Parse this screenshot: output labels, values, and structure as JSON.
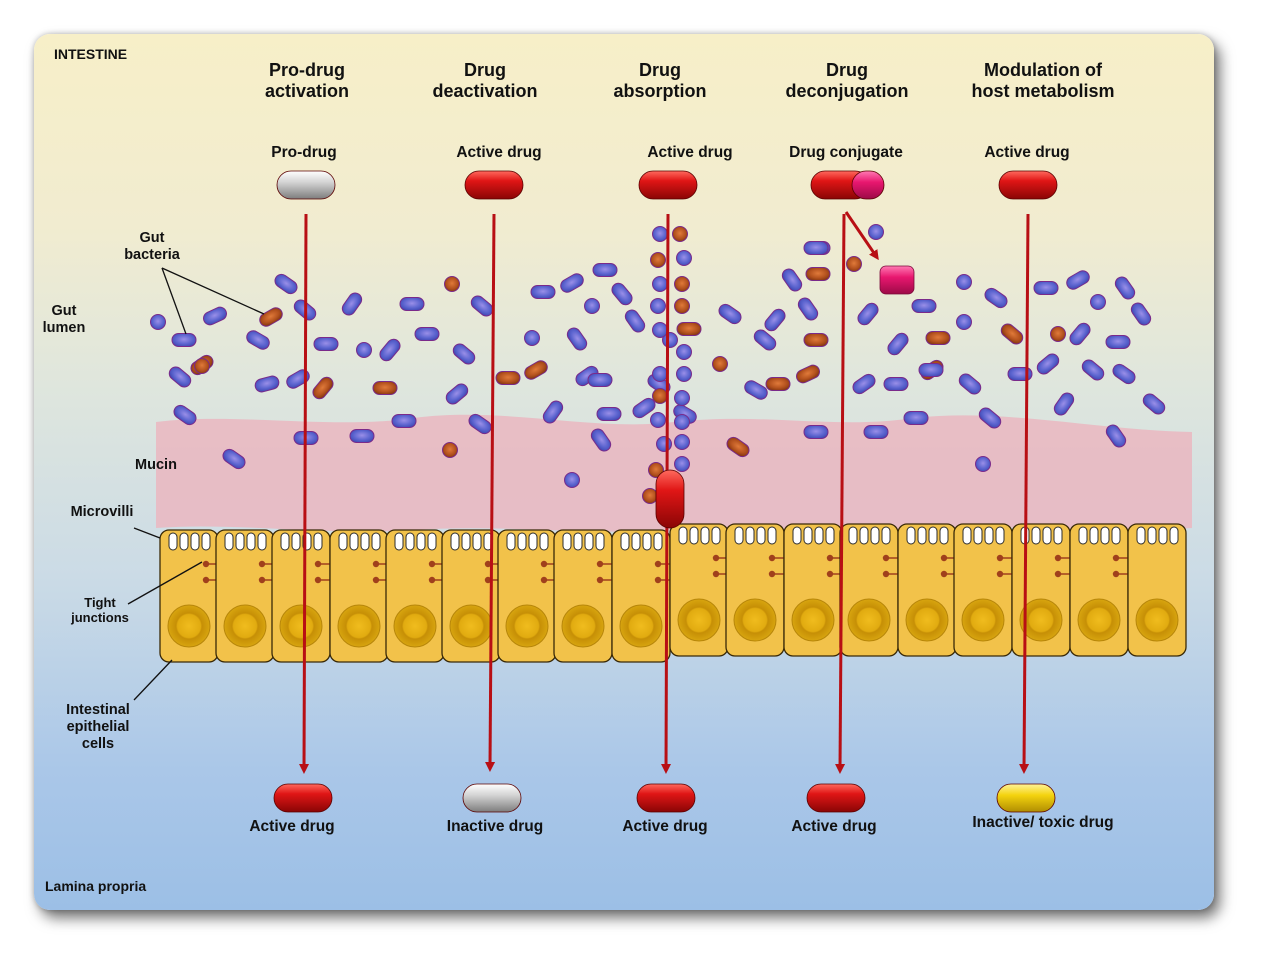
{
  "corner_labels": {
    "top_left": "INTESTINE",
    "bottom_left": "Lamina propria"
  },
  "side_labels": {
    "gut_bacteria": "Gut\nbacteria",
    "gut_lumen": "Gut\nlumen",
    "mucin": "Mucin",
    "microvilli": "Microvilli",
    "tight_junctions": "Tight\njunctions",
    "intestinal_epithelial_cells": "Intestinal\nepithelial\ncells"
  },
  "columns": [
    {
      "id": "prodrug-activation",
      "title": "Pro-drug\nactivation",
      "input_label": "Pro-drug",
      "input_color": "gray",
      "output_label": "Active drug",
      "output_color": "red"
    },
    {
      "id": "drug-deactivation",
      "title": "Drug\ndeactivation",
      "input_label": "Active drug",
      "input_color": "red",
      "output_label": "Inactive drug",
      "output_color": "gray"
    },
    {
      "id": "drug-absorption",
      "title": "Drug\nabsorption",
      "input_label": "Active drug",
      "input_color": "red",
      "output_label": "Active drug",
      "output_color": "red"
    },
    {
      "id": "drug-deconjugation",
      "title": "Drug\ndeconjugation",
      "input_label": "Drug conjugate",
      "input_color": "red-pink",
      "output_label": "Active drug",
      "output_color": "red"
    },
    {
      "id": "modulation-host-metabolism",
      "title": "Modulation of\nhost metabolism",
      "input_label": "Active drug",
      "input_color": "red",
      "output_label": "Inactive/ toxic drug",
      "output_color": "yellow"
    }
  ],
  "colors": {
    "arrow": "#b80f14",
    "pill_red": "#d10f12",
    "pill_gray": "#b8b8b8",
    "pill_yellow": "#f2cf0c",
    "conjugate_pink": "#e6166e",
    "bacteria_blue": "#5a62c8",
    "bacteria_orange": "#b4521e",
    "bacteria_outline": "#7a2a8a",
    "mucin": "#e8b4bd",
    "cell_fill": "#f2c24a",
    "nucleus": "#d9a512",
    "tight_junction": "#a0401c"
  }
}
